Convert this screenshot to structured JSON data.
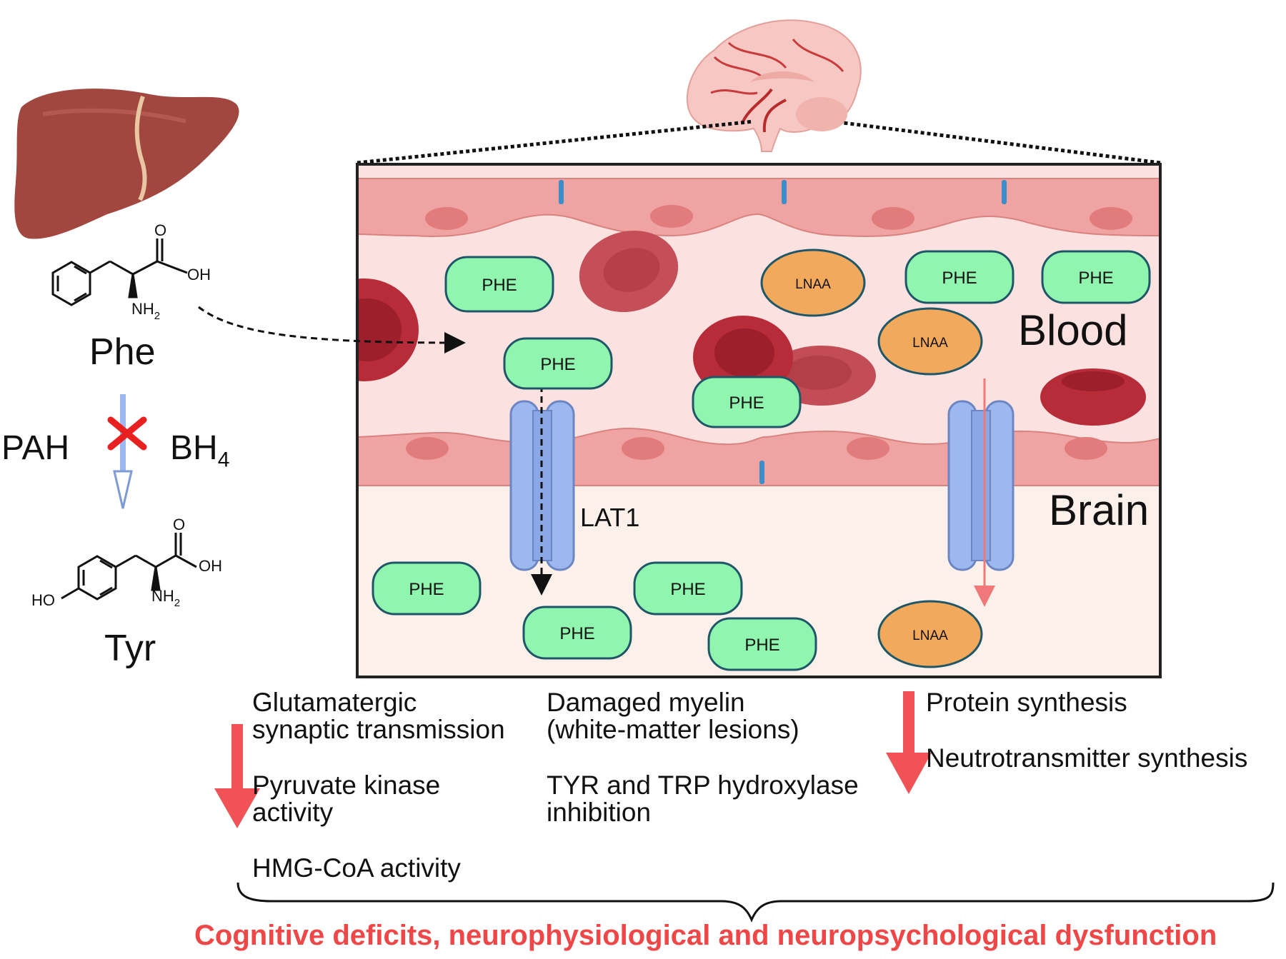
{
  "colors": {
    "blood_bg": "#fbe2e0",
    "brain_bg": "#fcf1ea",
    "endothelium": "#efa3a2",
    "nucleus": "#e27b7b",
    "junction": "#3b8ec9",
    "rbc": "#b82b38",
    "phe_fill": "#90f5ae",
    "phe_stroke": "#1f5768",
    "lnaa_fill": "#f3a95c",
    "transporter": "#9db8ef",
    "down_arrow": "#f05256",
    "conclusion_text": "#ef4747",
    "liver": "#a2473f"
  },
  "left": {
    "phe_label": "Phe",
    "tyr_label": "Tyr",
    "enzyme_label": "PAH",
    "cofactor_label": "BH",
    "cofactor_subscript": "4",
    "phe_struct": {
      "o": "O",
      "oh": "OH",
      "nh": "NH",
      "nh_sub": "2"
    },
    "tyr_struct": {
      "o": "O",
      "oh": "OH",
      "nh": "NH",
      "nh_sub": "2",
      "ho": "HO"
    }
  },
  "barrier": {
    "blood_label": "Blood",
    "brain_label": "Brain",
    "transporter_label": "LAT1",
    "phe_token": "PHE",
    "lnaa_token": "LNAA"
  },
  "effects": {
    "col1": [
      "Glutamatergic",
      "synaptic transmission",
      "Pyruvate kinase",
      "activity",
      "HMG-CoA activity"
    ],
    "col2": [
      "Damaged myelin",
      "(white-matter lesions)",
      "TYR and TRP hydroxylase",
      "inhibition"
    ],
    "col3": [
      "Protein synthesis",
      "Neutrotransmitter synthesis"
    ]
  },
  "conclusion": "Cognitive deficits, neurophysiological and neuropsychological dysfunction"
}
